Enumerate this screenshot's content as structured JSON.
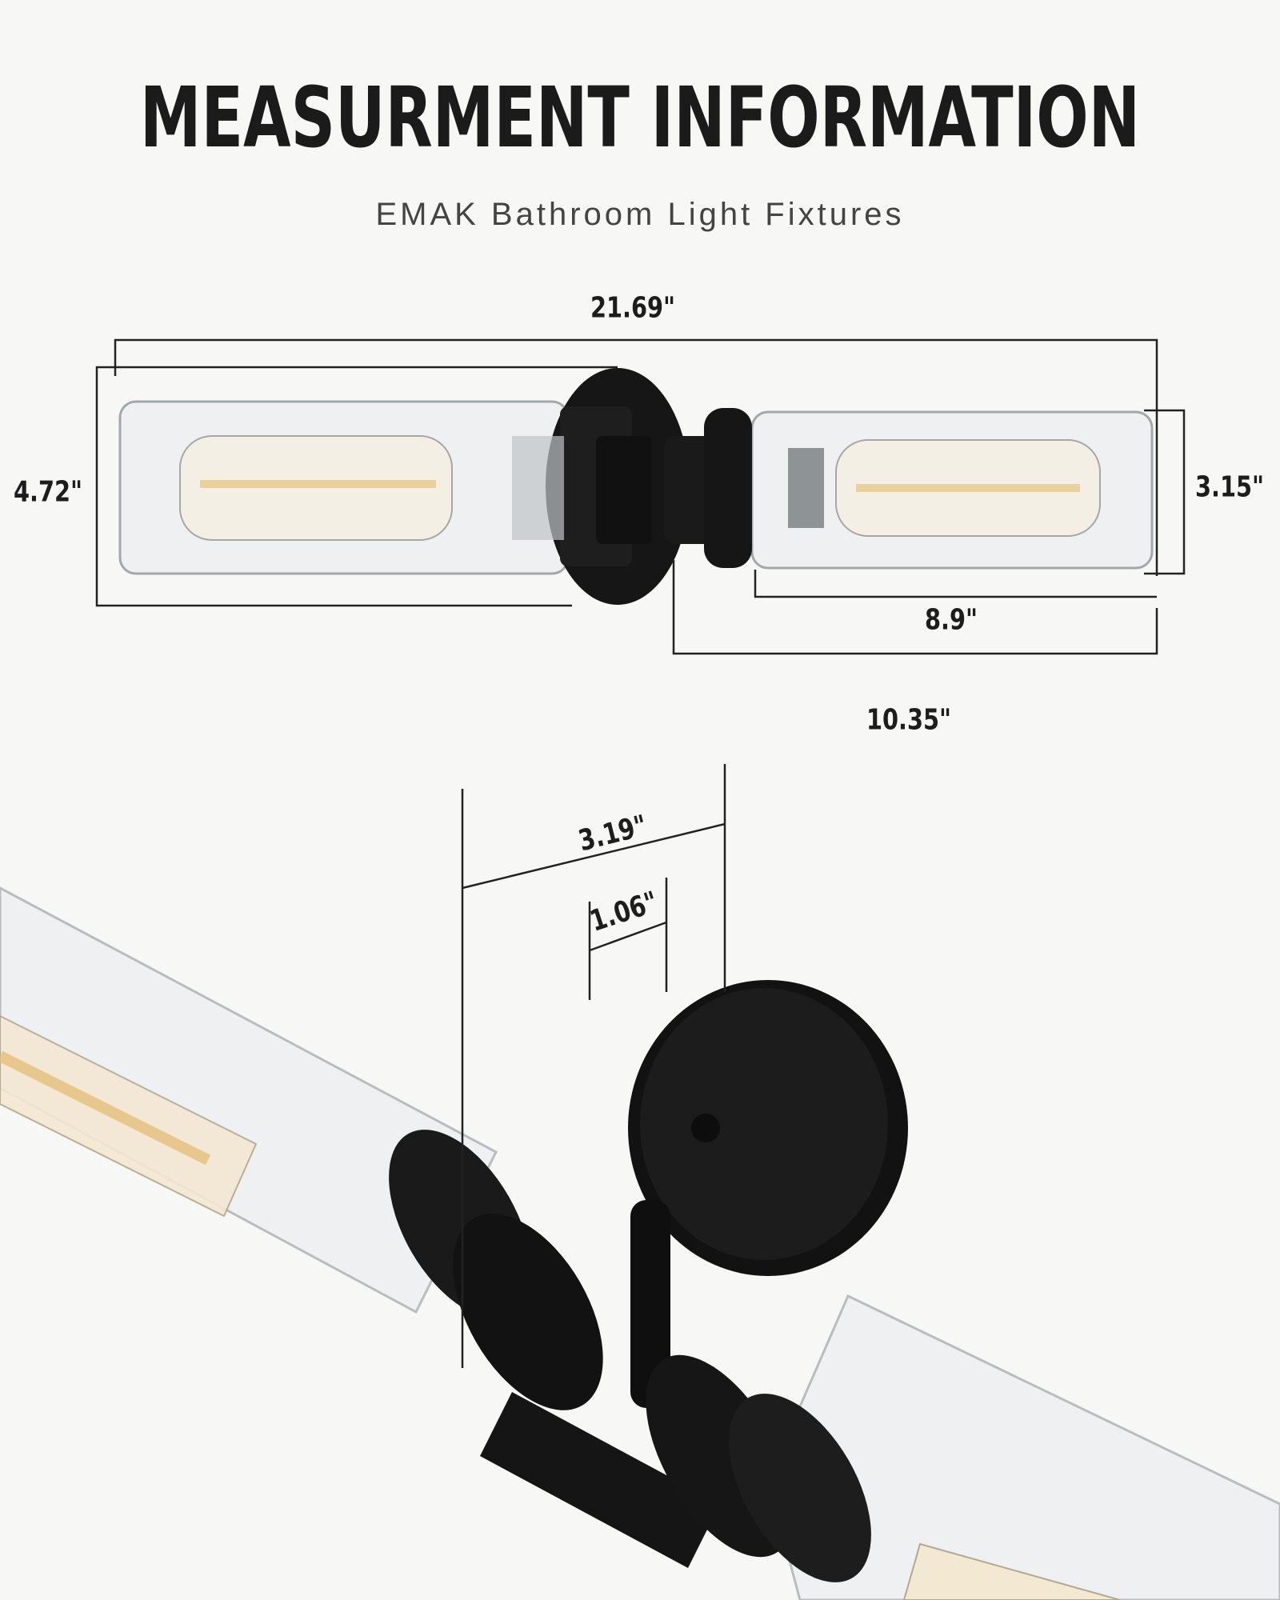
{
  "header": {
    "title": "MEASURMENT INFORMATION",
    "subtitle": "EMAK Bathroom Light Fixtures"
  },
  "dimensions": {
    "overall_width": "21.69\"",
    "backplate_height": "4.72\"",
    "shade_diameter": "3.15\"",
    "shade_length": "8.9\"",
    "half_width": "10.35\"",
    "extension": "3.19\"",
    "backplate_depth": "1.06\""
  },
  "colors": {
    "background": "#f7f7f5",
    "fixture_finish": "#161616",
    "text": "#1b1b1b"
  }
}
